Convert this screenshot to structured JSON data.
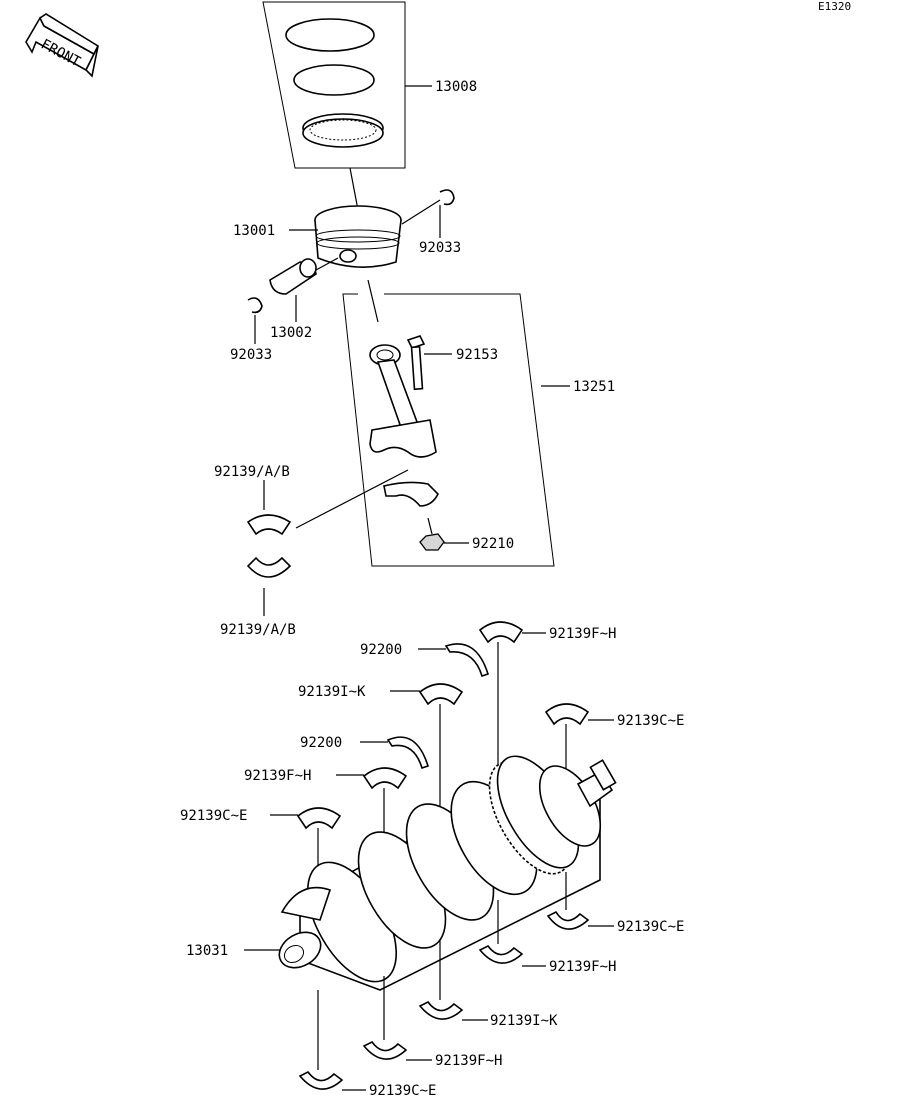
{
  "diagram_code": "E1320",
  "front_label": "FRONT",
  "labels": {
    "ring_set": "13008",
    "piston": "13001",
    "circlip_right": "92033",
    "piston_pin": "13002",
    "circlip_left": "92033",
    "conrod_bolt": "92153",
    "conrod_assy": "13251",
    "conrod_bearing_upper": "92139/A/B",
    "conrod_bearing_lower": "92139/A/B",
    "conrod_nut": "92210",
    "thrust_washer_1": "92200",
    "main_bearing_fh_top": "92139F~H",
    "main_bearing_ik_top": "92139I~K",
    "main_bearing_ce_right_top": "92139C~E",
    "thrust_washer_2": "92200",
    "main_bearing_fh_mid": "92139F~H",
    "main_bearing_ce_left": "92139C~E",
    "crankshaft": "13031",
    "main_bearing_ce_right_bot": "92139C~E",
    "main_bearing_fh_right_bot": "92139F~H",
    "main_bearing_ik_bot": "92139I~K",
    "main_bearing_fh_bot": "92139F~H",
    "main_bearing_ce_bot": "92139C~E"
  }
}
